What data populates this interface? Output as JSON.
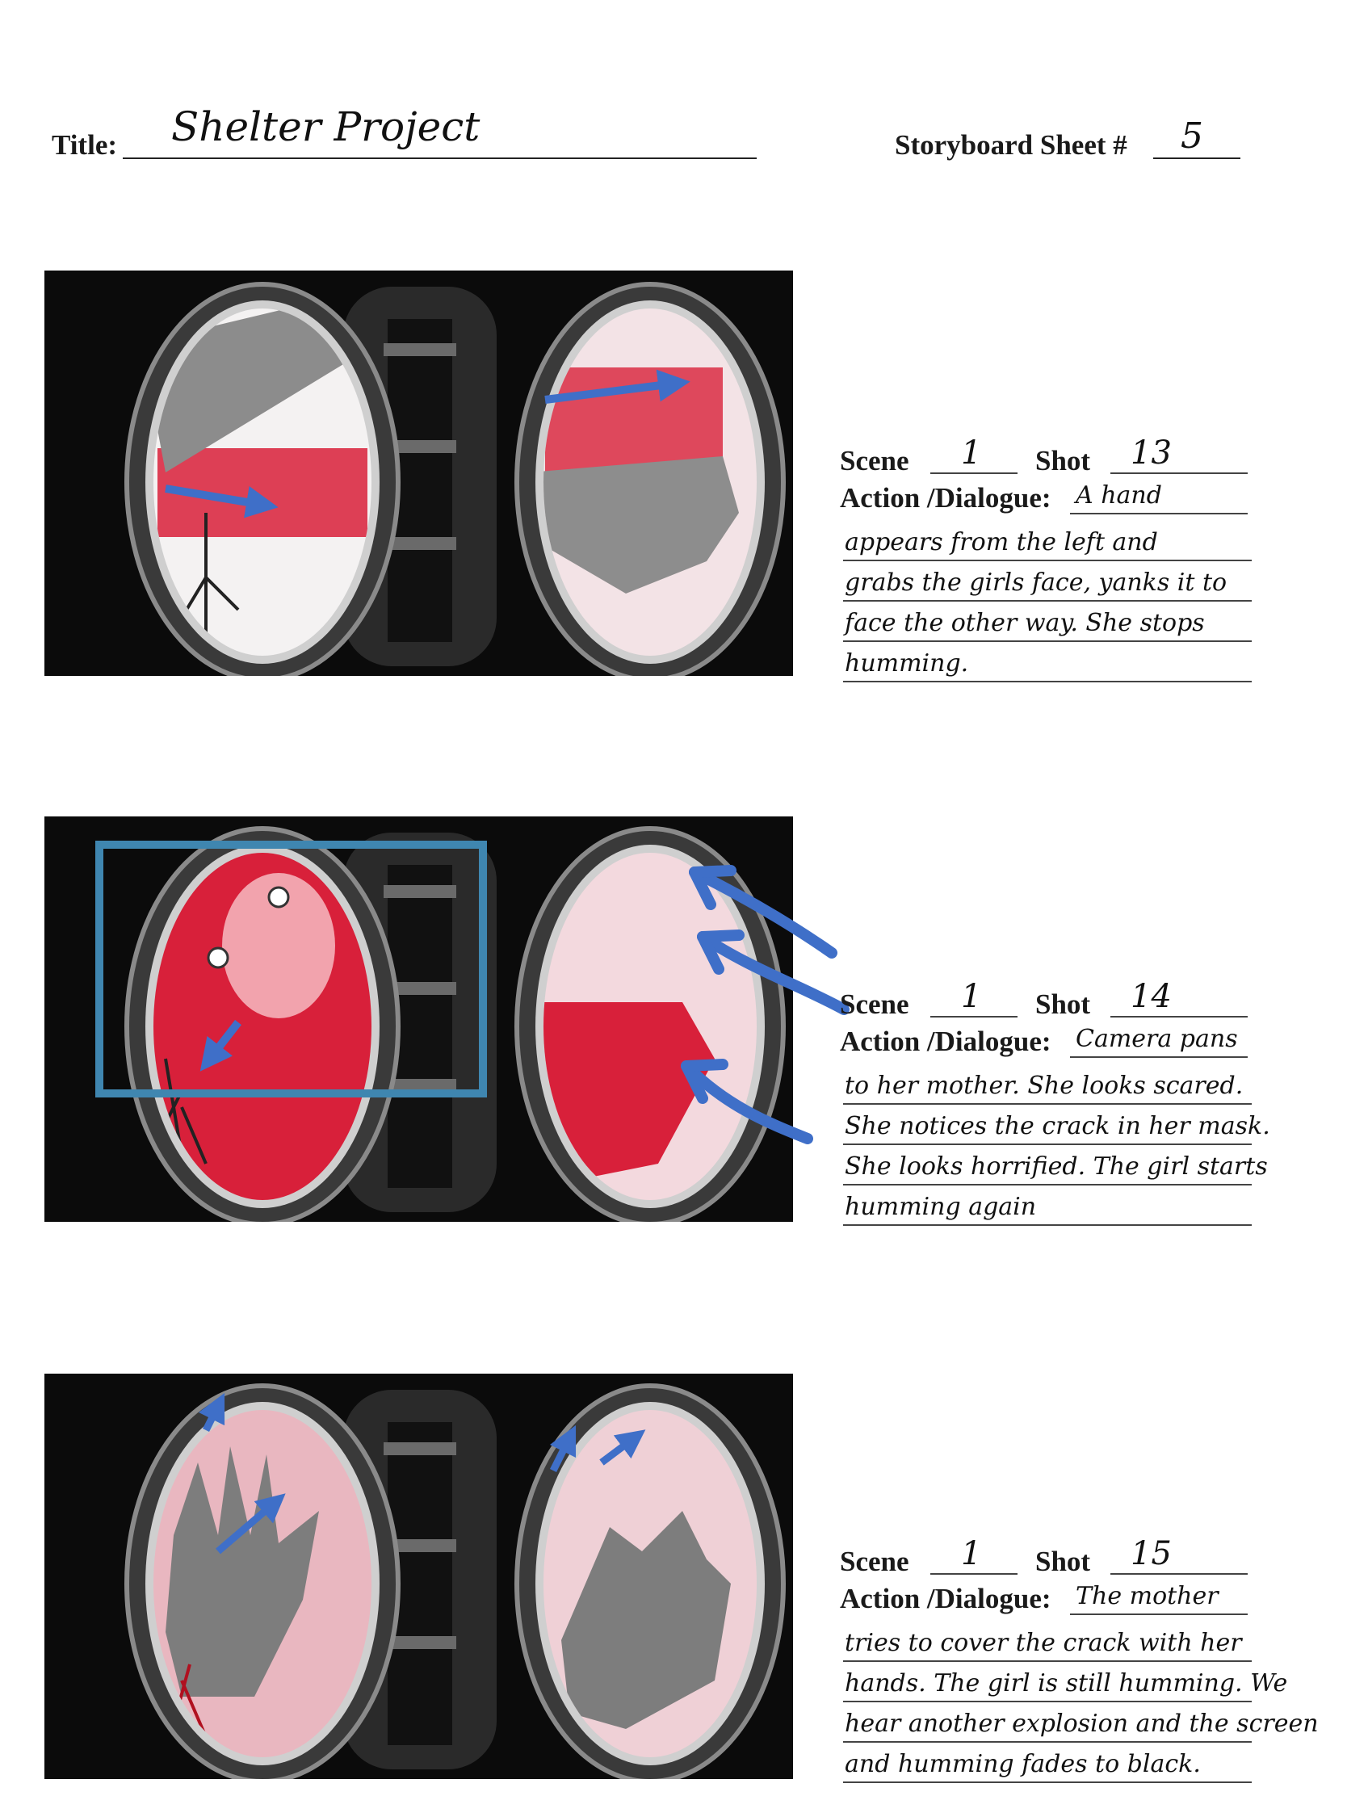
{
  "header": {
    "title_label": "Title:",
    "title_value": "Shelter Project",
    "sheet_label": "Storyboard Sheet #",
    "sheet_value": "5"
  },
  "labels": {
    "scene": "Scene",
    "shot": "Shot",
    "action": "Action /Dialogue:"
  },
  "panels": [
    {
      "scene": "1",
      "shot": "13",
      "action_first": "A hand",
      "action_lines": [
        "appears from the left and",
        "grabs the girls face, yanks it to",
        "face the other way. She stops",
        "humming."
      ]
    },
    {
      "scene": "1",
      "shot": "14",
      "action_first": "Camera pans",
      "action_lines": [
        "to her mother. She looks scared.",
        "She notices the crack in her mask.",
        "She looks horrified. The girl starts",
        "humming again"
      ]
    },
    {
      "scene": "1",
      "shot": "15",
      "action_first": "The mother",
      "action_lines": [
        "tries to cover the crack with her",
        "hands. The girl is still humming. We",
        "hear another explosion and the screen",
        "and humming fades to black."
      ]
    }
  ],
  "colors": {
    "red": "#d8203a",
    "blue_arrow": "#3f6fc8",
    "cyan_box": "#3f86b0",
    "frame_black": "#0b0b0b"
  }
}
